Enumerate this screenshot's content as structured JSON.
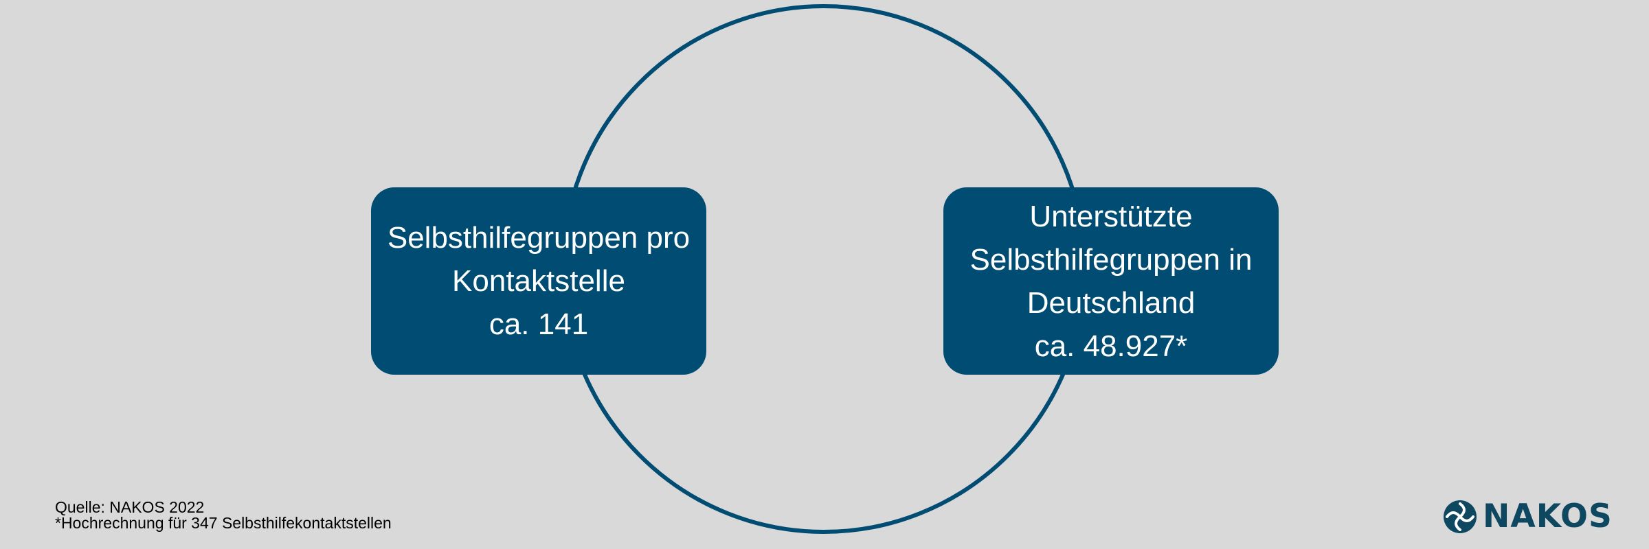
{
  "boxes": {
    "left": {
      "line1": "Selbsthilfegruppen pro",
      "line2": "Kontaktstelle",
      "value": "ca. 141"
    },
    "right": {
      "line1": "Unterstützte",
      "line2": "Selbsthilfegruppen in",
      "line3": "Deutschland",
      "value": "ca. 48.927*"
    }
  },
  "footer": {
    "source": "Quelle: NAKOS 2022",
    "note": "*Hochrechnung für 347 Selbsthilfekontaktstellen"
  },
  "logo": {
    "text": "NAKOS",
    "icon": "nakos-logo-icon"
  },
  "colors": {
    "background": "#d9d9d9",
    "box_fill": "#004c73",
    "ring_stroke": "#004c73",
    "logo": "#0d4760"
  }
}
